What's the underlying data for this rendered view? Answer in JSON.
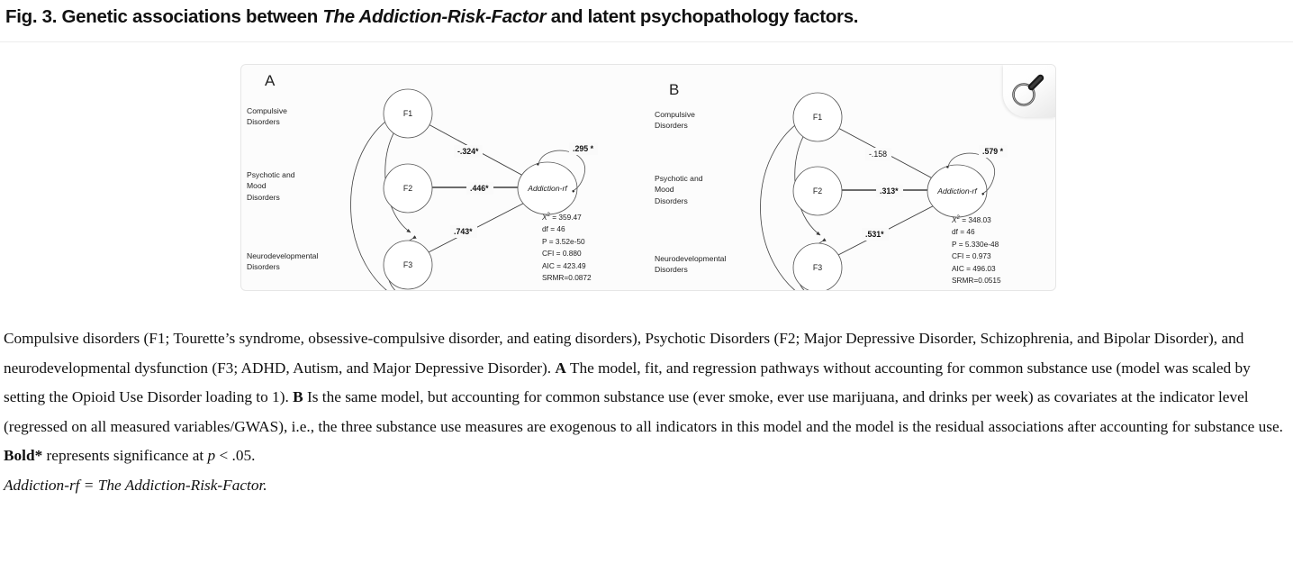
{
  "figure": {
    "title_prefix": "Fig. 3. Genetic associations between ",
    "title_italic": "The Addiction-Risk-Factor",
    "title_suffix": " and latent psychopathology factors.",
    "zoom_badge_name": "magnifier-icon"
  },
  "chart_data": {
    "type": "diagram",
    "title": "Genetic associations between The Addiction-Risk-Factor and latent psychopathology factors",
    "diagram_kind": "structural-equation-model-path-diagram",
    "panels": [
      {
        "id": "A",
        "letter": "A",
        "description": "Model, fit, and regression pathways without accounting for common substance use",
        "indicators": [
          "Compulsive\nDisorders",
          "Psychotic and\nMood\nDisorders",
          "Neurodevelopmental\nDisorders"
        ],
        "factors": [
          "F1",
          "F2",
          "F3"
        ],
        "outcome": "Addiction-rf",
        "paths": [
          {
            "from": "F1",
            "to": "Addiction-rf",
            "label": "-.324*",
            "value": -0.324,
            "significant": true
          },
          {
            "from": "F2",
            "to": "Addiction-rf",
            "label": ".446*",
            "value": 0.446,
            "significant": true
          },
          {
            "from": "F3",
            "to": "Addiction-rf",
            "label": ".743*",
            "value": 0.743,
            "significant": true
          },
          {
            "from": "Addiction-rf",
            "to": "Addiction-rf",
            "label": ".295 *",
            "value": 0.295,
            "significant": true,
            "kind": "residual-variance"
          }
        ],
        "covariances": [
          {
            "between": [
              "F1",
              "F2"
            ]
          },
          {
            "between": [
              "F2",
              "F3"
            ]
          },
          {
            "between": [
              "F1",
              "F3"
            ]
          }
        ],
        "fit": {
          "chisq_label": "X",
          "chisq_sup": "2",
          "chisq": "= 359.47",
          "df": "df = 46",
          "p": "P = 3.52e-50",
          "cfi": "CFI = 0.880",
          "aic": "AIC = 423.49",
          "srmr": "SRMR=0.0872"
        }
      },
      {
        "id": "B",
        "letter": "B",
        "description": "Same model accounting for common substance use as covariates at the indicator level",
        "indicators": [
          "Compulsive\nDisorders",
          "Psychotic and\nMood\nDisorders",
          "Neurodevelopmental\nDisorders"
        ],
        "factors": [
          "F1",
          "F2",
          "F3"
        ],
        "outcome": "Addiction-rf",
        "paths": [
          {
            "from": "F1",
            "to": "Addiction-rf",
            "label": "-.158",
            "value": -0.158,
            "significant": false
          },
          {
            "from": "F2",
            "to": "Addiction-rf",
            "label": ".313*",
            "value": 0.313,
            "significant": true
          },
          {
            "from": "F3",
            "to": "Addiction-rf",
            "label": ".531*",
            "value": 0.531,
            "significant": true
          },
          {
            "from": "Addiction-rf",
            "to": "Addiction-rf",
            "label": ".579 *",
            "value": 0.579,
            "significant": true,
            "kind": "residual-variance"
          }
        ],
        "covariances": [
          {
            "between": [
              "F1",
              "F2"
            ]
          },
          {
            "between": [
              "F2",
              "F3"
            ]
          },
          {
            "between": [
              "F1",
              "F3"
            ]
          }
        ],
        "fit": {
          "chisq_label": "X",
          "chisq_sup": "2",
          "chisq": "= 348.03",
          "df": "df = 46",
          "p": "P = 5.330e-48",
          "cfi": "CFI = 0.973",
          "aic": "AIC = 496.03",
          "srmr": "SRMR=0.0515"
        }
      }
    ]
  },
  "caption": {
    "s1": "Compulsive disorders (F1; Tourette’s syndrome, obsessive-compulsive disorder, and eating disorders), Psychotic Disorders (F2; Major Depressive Disorder, Schizophrenia, and Bipolar Disorder), and neurodevelopmental dysfunction (F3; ADHD, Autism, and Major Depressive Disorder). ",
    "boldA": "A",
    "s2": " The model, fit, and regression pathways without accounting for common substance use (model was scaled by setting the Opioid Use Disorder loading to 1). ",
    "boldB": "B",
    "s3": " Is the same model, but accounting for common substance use (ever smoke, ever use marijuana, and drinks per week) as covariates at the indicator level (regressed on all measured variables/GWAS), i.e., the three substance use measures are exogenous to all indicators in this model and the model is the residual associations after accounting for substance use. ",
    "boldC": "Bold*",
    "s4": " represents significance at ",
    "italicP": "p",
    "s5": " < .05. ",
    "lastline": "Addiction-rf = The Addiction-Risk-Factor."
  }
}
